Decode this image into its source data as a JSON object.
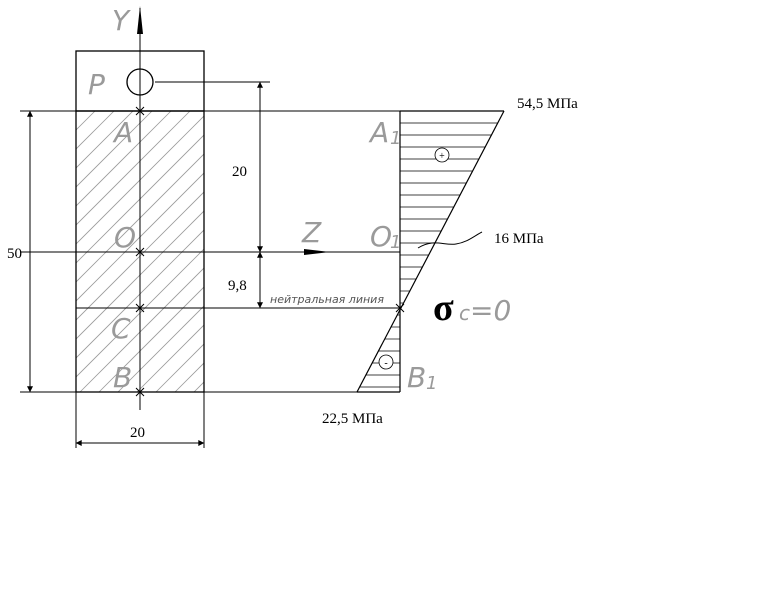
{
  "labels": {
    "axis_y": "Y",
    "axis_z": "Z",
    "point_p": "P",
    "point_a": "A",
    "point_o": "O",
    "point_c": "C",
    "point_b": "B",
    "point_a1": "A",
    "point_a1_sub": "1",
    "point_o1": "O",
    "point_o1_sub": "1",
    "point_b1": "B",
    "point_b1_sub": "1",
    "neutral_line": "нейтральная  линия",
    "sigma_symbol": "σ",
    "sigma_sub": "c",
    "sigma_value": "=0",
    "plus_sign": "+",
    "minus_sign": "-"
  },
  "dimensions": {
    "height": "50",
    "width": "20",
    "eccentricity": "20",
    "neutral_offset": "9,8"
  },
  "stresses": {
    "top": "54,5 МПа",
    "center": "16 МПа",
    "bottom": "22,5 МПа"
  }
}
